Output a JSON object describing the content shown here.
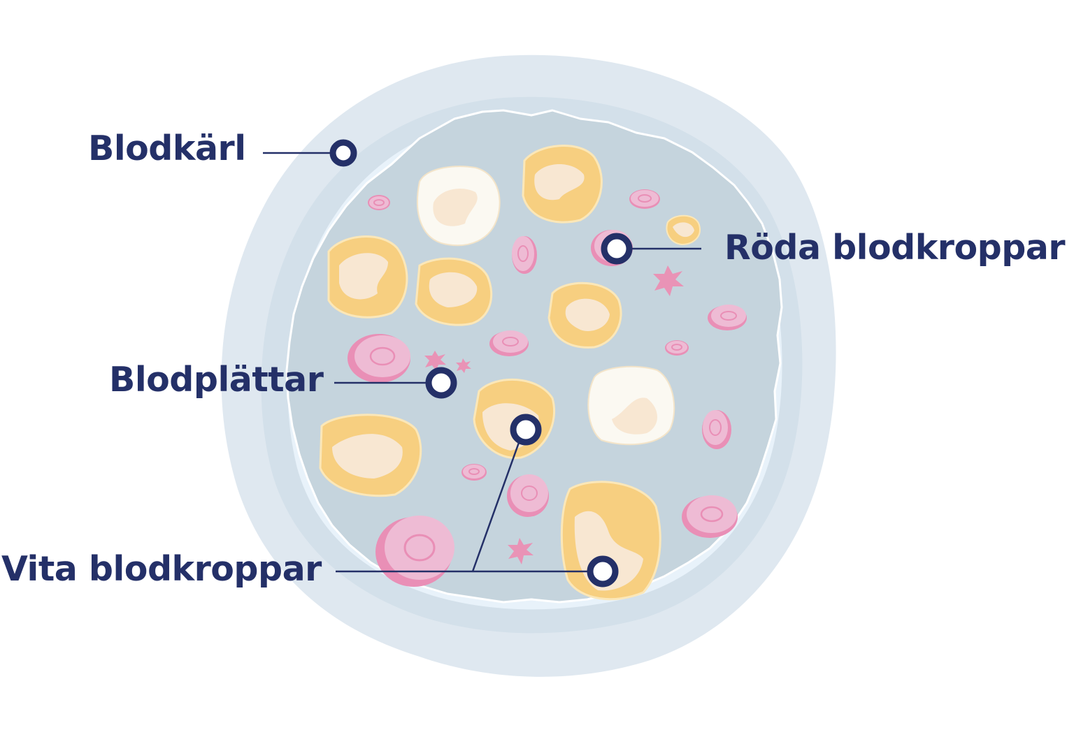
{
  "diagram": {
    "labels": {
      "blood_vessel": "Blodkärl",
      "red_blood_cells": "Röda blodkroppar",
      "platelets": "Blodplättar",
      "white_blood_cells": "Vita blodkroppar"
    },
    "colors": {
      "label_text": "#243068",
      "marker": "#243068",
      "vessel_outer": "#dfe8f0",
      "vessel_mid": "#d3e0ea",
      "vessel_inner_edge": "#e8f2fa",
      "plasma": "#c5d4dd",
      "white_cell_yellow": "#f7cf80",
      "white_cell_white": "#fbf9f2",
      "nucleus": "#f8e7d2",
      "red_cell": "#eebbd4",
      "red_cell_rim": "#e98fb6",
      "platelet": "#e993b6"
    }
  }
}
